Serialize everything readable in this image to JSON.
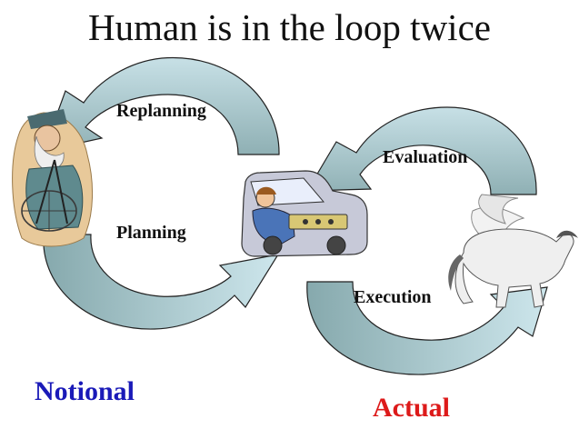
{
  "title": "Human is in the loop twice",
  "labels": {
    "replanning": "Replanning",
    "planning": "Planning",
    "evaluation": "Evaluation",
    "execution": "Execution"
  },
  "groups": {
    "notional": "Notional",
    "actual": "Actual"
  },
  "colors": {
    "arrow_dark": "#8fb2b6",
    "arrow_light": "#c8e3ea",
    "notional": "#1a1ab8",
    "actual": "#dd1a1a"
  },
  "icons": [
    "navigator-figure",
    "driver-in-car",
    "pegasus-horse"
  ]
}
